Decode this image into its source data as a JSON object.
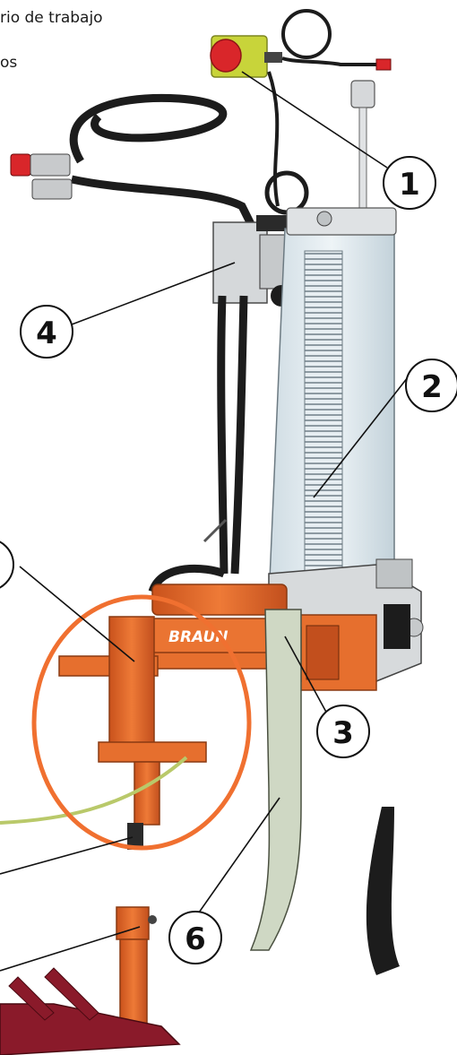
{
  "captions": {
    "line1": "rio de trabajo",
    "line2": "os"
  },
  "brand_text": "BRAUN",
  "callouts": [
    {
      "id": "1",
      "label": "1"
    },
    {
      "id": "2",
      "label": "2"
    },
    {
      "id": "3",
      "label": "3"
    },
    {
      "id": "4",
      "label": "4"
    },
    {
      "id": "6",
      "label": "6"
    }
  ],
  "colors": {
    "orange": "#e2692a",
    "orange_dark": "#b44a18",
    "highlight_ring": "#f07030",
    "glass": "#dfe9ee",
    "hose": "#1c1c1c",
    "tine": "#cfd8c4",
    "red_button": "#d9262a",
    "yellow_box": "#c8d43a",
    "grey_metal": "#c9ccce",
    "maroon": "#8a1a2a"
  }
}
